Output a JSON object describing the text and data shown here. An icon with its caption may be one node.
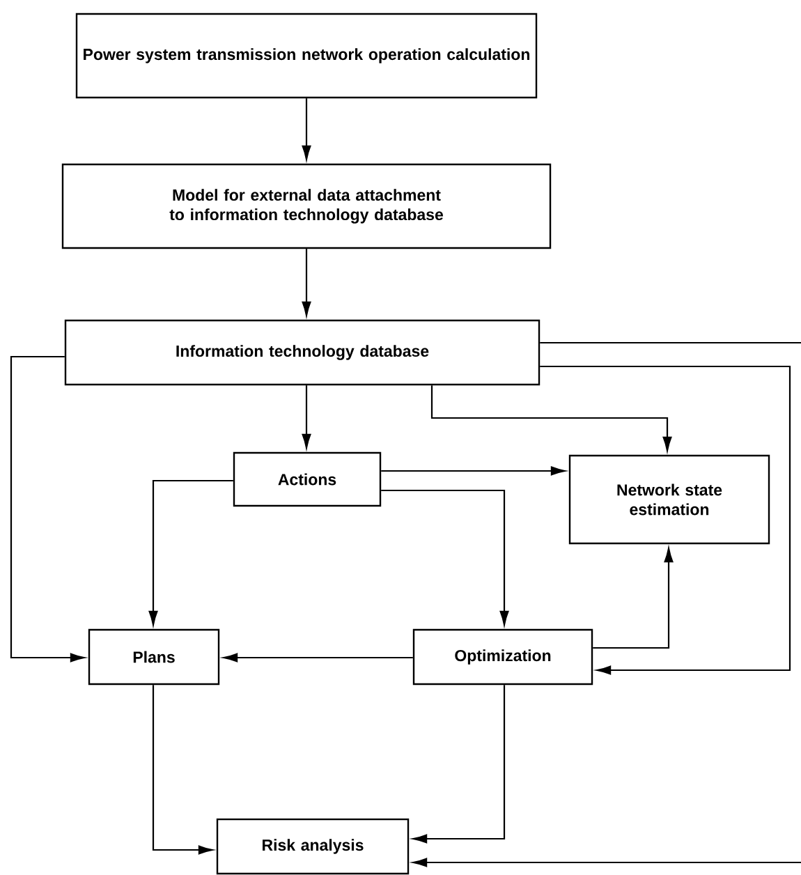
{
  "diagram": {
    "nodes": [
      {
        "text": [
          "Power system transmission network operation calculation"
        ]
      },
      {
        "text": [
          "Model for external data attachment to information technology database"
        ]
      },
      {
        "text": [
          "Information technology database"
        ]
      },
      {
        "text": [
          "Actions"
        ]
      },
      {
        "text": [
          "Network state estimation"
        ]
      },
      {
        "text": [
          "Plans"
        ]
      },
      {
        "text": [
          "Optimization"
        ]
      },
      {
        "text": [
          "Risk analysis"
        ]
      }
    ],
    "edges": [
      {
        "from": 0,
        "to": 1,
        "arrow": "to"
      },
      {
        "from": 1,
        "to": 2,
        "arrow": "to"
      },
      {
        "from": 2,
        "to": 3,
        "arrow": "to"
      },
      {
        "from": 2,
        "to": 4,
        "arrow": "to"
      },
      {
        "from": 2,
        "to": 5,
        "arrow": "to"
      },
      {
        "from": 2,
        "to": null,
        "arrow": "none"
      },
      {
        "from": 2,
        "to": 6,
        "arrow": "to"
      },
      {
        "from": 3,
        "to": 4,
        "arrow": "to"
      },
      {
        "from": 3,
        "to": 5,
        "arrow": "to"
      },
      {
        "from": 3,
        "to": 6,
        "arrow": "to"
      },
      {
        "from": 6,
        "to": 5,
        "arrow": "to"
      },
      {
        "from": 6,
        "to": 4,
        "arrow": "to"
      },
      {
        "from": 5,
        "to": 7,
        "arrow": "to"
      },
      {
        "from": 6,
        "to": 7,
        "arrow": "to"
      },
      {
        "from": null,
        "to": 7,
        "arrow": "to"
      }
    ]
  }
}
